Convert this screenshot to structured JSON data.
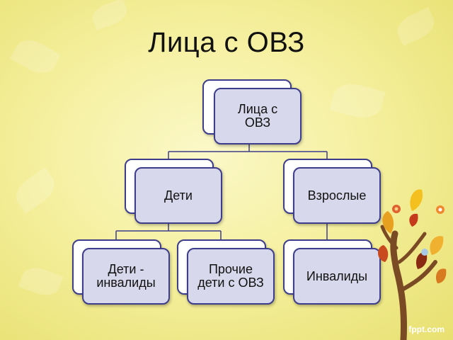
{
  "title": "Лица с ОВЗ",
  "nodes": {
    "root": "Лица с\nОВЗ",
    "children": "Дети",
    "adults": "Взрослые",
    "disabled_children": "Дети -\nинвалиды",
    "other_children": "Прочие\nдети с ОВЗ",
    "disabled_adults": "Инвалиды"
  },
  "watermark": "fppt.com",
  "colors": {
    "background": "#f5f0a0",
    "box_fill": "#d8d8ec",
    "box_border": "#3d3d8c",
    "connector": "#3d3d8c"
  }
}
